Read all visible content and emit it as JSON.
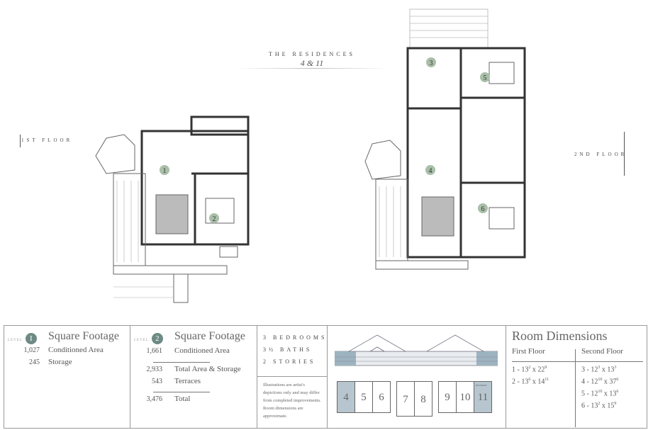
{
  "header": {
    "series": "THE RESIDENCES",
    "units": "4 & 11"
  },
  "floor_labels": {
    "first": "1ST FLOOR",
    "second": "2ND FLOOR"
  },
  "room_markers": [
    "1",
    "2",
    "3",
    "4",
    "5",
    "6"
  ],
  "level1": {
    "level_label": "LEVEL",
    "level_num": "I",
    "title": "Square Footage",
    "rows": [
      {
        "value": "1,027",
        "label": "Conditioned Area"
      },
      {
        "value": "245",
        "label": "Storage"
      }
    ]
  },
  "level2": {
    "level_label": "LEVEL",
    "level_num": "2",
    "title": "Square Footage",
    "rows": [
      {
        "value": "1,661",
        "label": "Conditioned Area"
      },
      {
        "value": "2,933",
        "label": "Total Area & Storage"
      },
      {
        "value": "543",
        "label": "Terraces"
      },
      {
        "value": "3,476",
        "label": "Total"
      }
    ]
  },
  "features": [
    "3 BEDROOMS",
    "3½ BATHS",
    "2 STORIES"
  ],
  "disclaimer": "Illustrations are artist's depictions only and may differ from completed improvements. Room dimensions are approximate.",
  "site_plan": {
    "units": [
      "4",
      "5",
      "6",
      "7",
      "8",
      "9",
      "10",
      "11"
    ],
    "highlighted": [
      "4",
      "11"
    ],
    "accent": "#b7c6ce",
    "reverse_label": "REVERSE"
  },
  "room_dimensions": {
    "title": "Room Dimensions",
    "first_floor_label": "First Floor",
    "second_floor_label": "Second Floor",
    "first": [
      {
        "room": "1",
        "w": "13",
        "wi": "2",
        "l": "22",
        "li": "9"
      },
      {
        "room": "2",
        "w": "13",
        "wi": "6",
        "l": "14",
        "li": "11"
      }
    ],
    "second": [
      {
        "room": "3",
        "w": "12",
        "wi": "3",
        "l": "13",
        "li": "3"
      },
      {
        "room": "4",
        "w": "12",
        "wi": "10",
        "l": "37",
        "li": "6"
      },
      {
        "room": "5",
        "w": "12",
        "wi": "10",
        "l": "13",
        "li": "6"
      },
      {
        "room": "6",
        "w": "13",
        "wi": "2",
        "l": "15",
        "li": "9"
      }
    ]
  }
}
